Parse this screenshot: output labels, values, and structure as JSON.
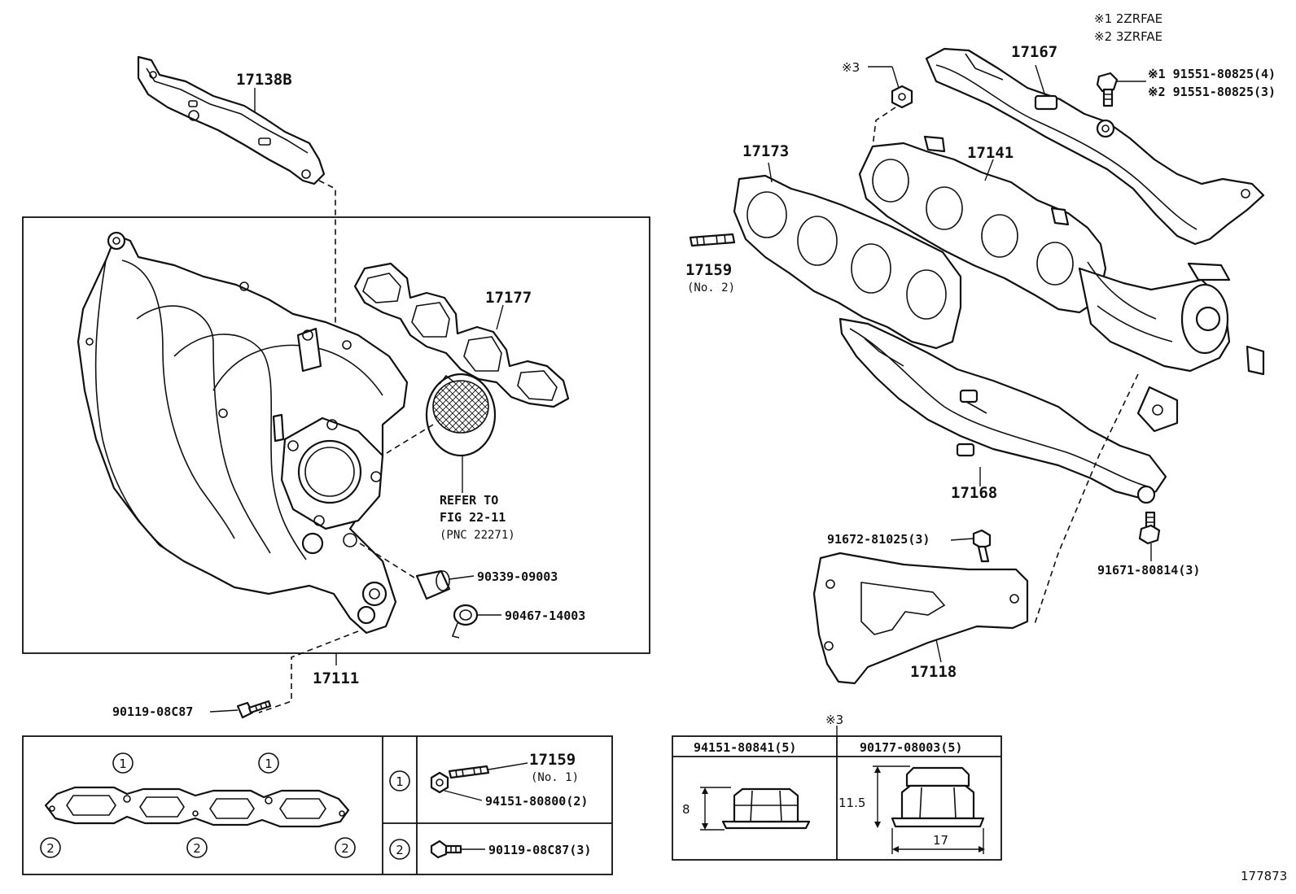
{
  "diagram": {
    "figure_id": "177873",
    "variant_notes": [
      "※1 2ZRFAE",
      "※2 3ZRFAE"
    ],
    "parts": {
      "p17138B": "17138B",
      "p17177": "17177",
      "p17111": "17111",
      "p17173": "17173",
      "p17141": "17141",
      "p17167": "17167",
      "p17168": "17168",
      "p17118": "17118",
      "p17159_no2": "17159",
      "p17159_no2_sub": "(No. 2)",
      "p17159_no1": "17159",
      "p17159_no1_sub": "(No. 1)",
      "p90339": "90339-09003",
      "p90467": "90467-14003",
      "p90119_main": "90119-08C87",
      "p91551_1": "※1 91551-80825(4)",
      "p91551_2": "※2 91551-80825(3)",
      "p91672": "91672-81025(3)",
      "p91671": "91671-80814(3)",
      "p94151_80800": "94151-80800(2)",
      "p90119_table": "90119-08C87(3)",
      "mark3_top": "※3",
      "mark3_table": "※3"
    },
    "refer": {
      "line1": "REFER TO",
      "line2": "FIG 22-11",
      "line3": "(PNC 22271)"
    },
    "gasket_legend": {
      "circle1": "1",
      "circle2": "2"
    },
    "nut_table": {
      "col1_header": "94151-80841(5)",
      "col2_header": "90177-08003(5)",
      "dim_height_1": "8",
      "dim_height_2": "11.5",
      "dim_width_2": "17"
    }
  }
}
